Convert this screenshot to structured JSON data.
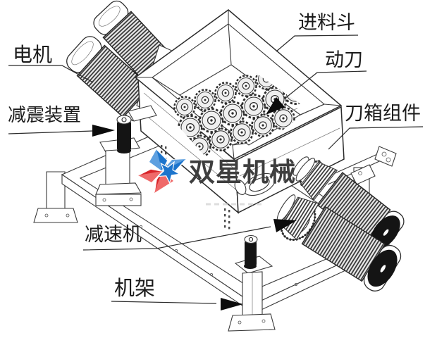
{
  "diagram": {
    "subject": "twin-shaft shredder machine annotated line drawing",
    "background": "#ffffff"
  },
  "colors": {
    "line": "#3a3a3a",
    "label_text": "#1b1b1b",
    "arrow": "#0c0c0c",
    "logo_blue": "#1c74cc",
    "logo_blue_light": "#5ea0e0",
    "logo_red": "#d8252a",
    "logo_red_light": "#ef6a6a",
    "logo_text_gray": "#3e3e3e"
  },
  "watermark": {
    "brand": "双星机械",
    "star_icon": "red-blue-pinwheel-double-star"
  },
  "labels": [
    {
      "id": "motor",
      "text": "电机"
    },
    {
      "id": "damper",
      "text": "减震装置"
    },
    {
      "id": "feed-hopper",
      "text": "进料斗"
    },
    {
      "id": "moving-blade",
      "text": "动刀"
    },
    {
      "id": "knife-box",
      "text": "刀箱组件"
    },
    {
      "id": "reducer",
      "text": "减速机"
    },
    {
      "id": "frame",
      "text": "机架"
    }
  ]
}
